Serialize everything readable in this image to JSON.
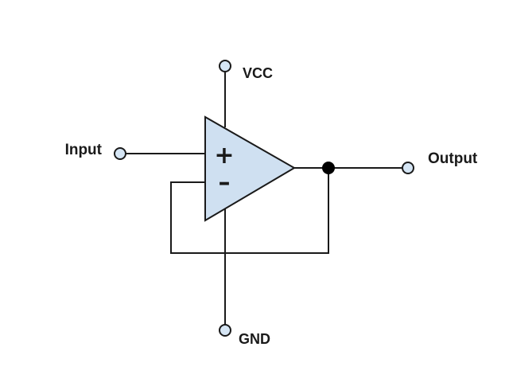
{
  "terminals": {
    "input": "Input",
    "output": "Output",
    "vcc": "VCC",
    "gnd": "GND"
  },
  "opamp": {
    "plus_sign": "+",
    "minus_sign": "–"
  },
  "colors": {
    "wire": "#1a1a1a",
    "opamp_fill": "#cfe0f1",
    "terminal_fill": "#d6e6f5",
    "junction": "#000000",
    "label": "#1a1a1a"
  },
  "icons": {
    "terminal": "open-circle",
    "junction": "filled-dot",
    "opamp": "triangle"
  }
}
